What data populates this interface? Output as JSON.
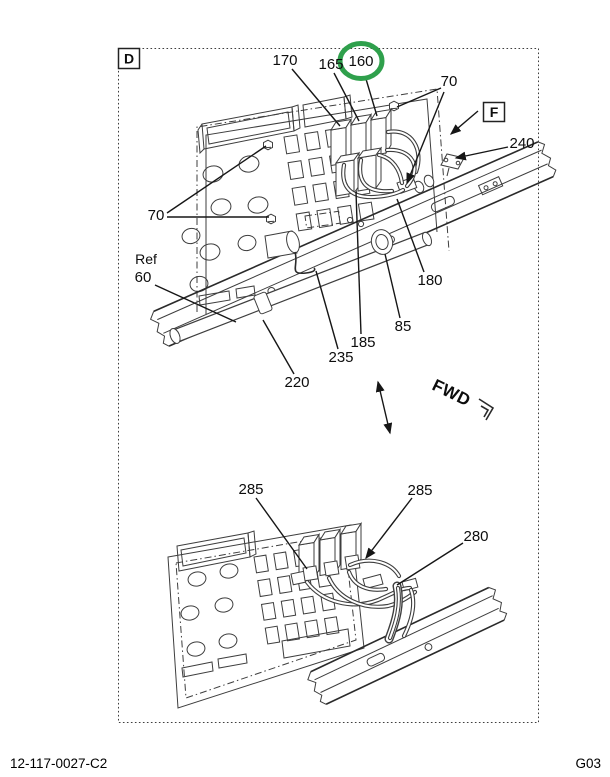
{
  "document": {
    "figure_code": "12-117-0027-C2",
    "page_code": "G03"
  },
  "views": {
    "detail_label": "D",
    "section_label": "F"
  },
  "orientation": {
    "fwd_label": "FWD"
  },
  "highlight": {
    "circled_item": "160",
    "color": "#2fa04c"
  },
  "callouts": {
    "item_170": "170",
    "item_165": "165",
    "item_160": "160",
    "item_70_top": "70",
    "item_240": "240",
    "item_70_left": "70",
    "ref_prefix": "Ref",
    "item_60": "60",
    "item_180": "180",
    "item_85": "85",
    "item_185": "185",
    "item_235": "235",
    "item_220": "220",
    "item_285_left": "285",
    "item_285_right": "285",
    "item_280": "280"
  }
}
